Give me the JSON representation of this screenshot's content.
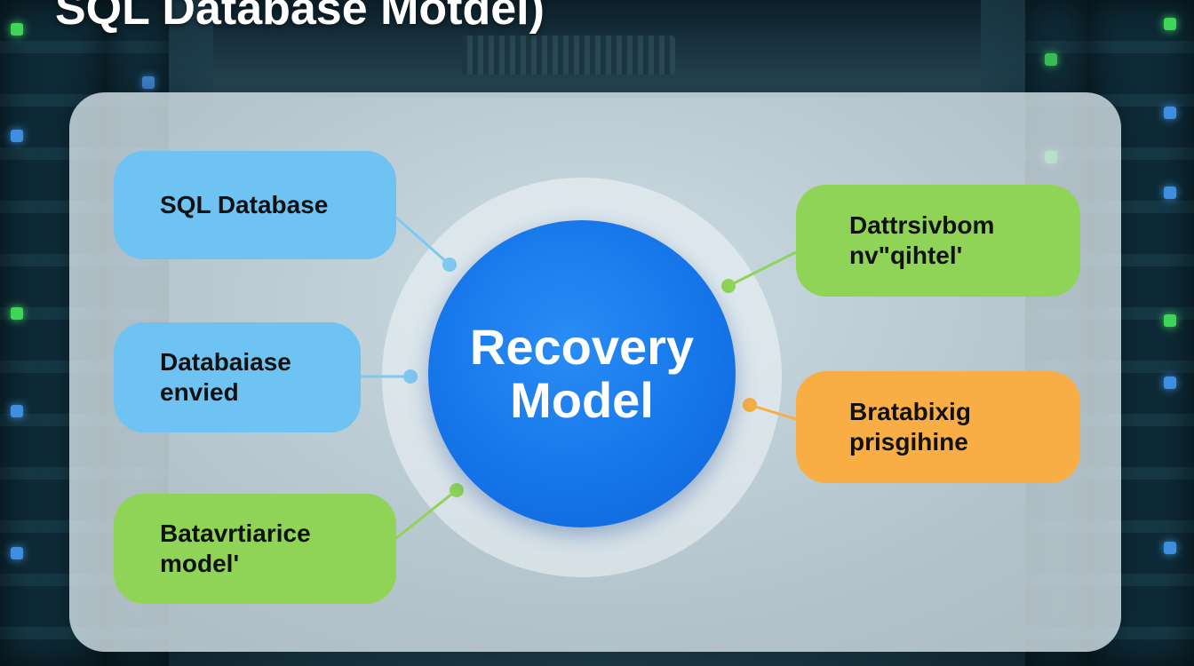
{
  "title": "SQL Database Motdel)",
  "center": {
    "label": "Recovery\nModel"
  },
  "boxes": [
    {
      "text": "SQL Database",
      "color": "#6ec3f3"
    },
    {
      "text": "Databaiase\nenvied",
      "color": "#6ec3f3"
    },
    {
      "text": "Batavrtiarice\nmodel'",
      "color": "#8fd357"
    },
    {
      "text": "Dattrsivbom\nnv\"qihtel'",
      "color": "#8fd357"
    },
    {
      "text": "Bratabixig\nprisgihine",
      "color": "#f8ae45"
    }
  ],
  "colors": {
    "blue_connector": "#7fc8f0",
    "green_connector": "#8fd357",
    "orange_connector": "#f8ae45",
    "core": "#1474e8"
  }
}
